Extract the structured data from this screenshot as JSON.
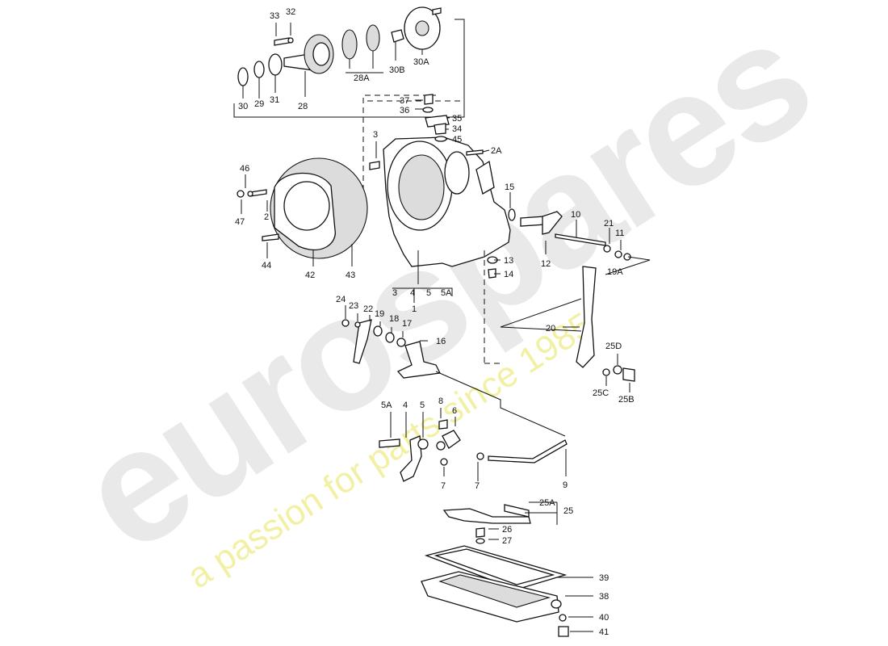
{
  "watermark": {
    "brand": "eurospares",
    "tagline": "a passion for parts since 1985"
  },
  "labels": {
    "l33": "33",
    "l32": "32",
    "l30": "30",
    "l29": "29",
    "l31": "31",
    "l28": "28",
    "l28A": "28A",
    "l30B": "30B",
    "l30A": "30A",
    "l37": "37",
    "l36": "36",
    "l35": "35",
    "l34": "34",
    "l45": "45",
    "l3": "3",
    "l2A": "2A",
    "l46": "46",
    "l2": "2",
    "l47": "47",
    "l44": "44",
    "l42": "42",
    "l43": "43",
    "l15": "15",
    "l10": "10",
    "l21": "21",
    "l11": "11",
    "l12": "12",
    "l19A": "19A",
    "l13": "13",
    "l14": "14",
    "g3": "3",
    "g4": "4",
    "g5": "5",
    "g5A": "5A",
    "g1": "1",
    "l24": "24",
    "l23": "23",
    "l22": "22",
    "l19": "19",
    "l18": "18",
    "l17": "17",
    "l16": "16",
    "l20": "20",
    "l25D": "25D",
    "l25C": "25C",
    "l25B": "25B",
    "l5A": "5A",
    "l4": "4",
    "l5": "5",
    "l8": "8",
    "l6": "6",
    "l7a": "7",
    "l7b": "7",
    "l9": "9",
    "l25A": "25A",
    "l25": "25",
    "l26": "26",
    "l27": "27",
    "l39": "39",
    "l38": "38",
    "l40": "40",
    "l41": "41"
  }
}
